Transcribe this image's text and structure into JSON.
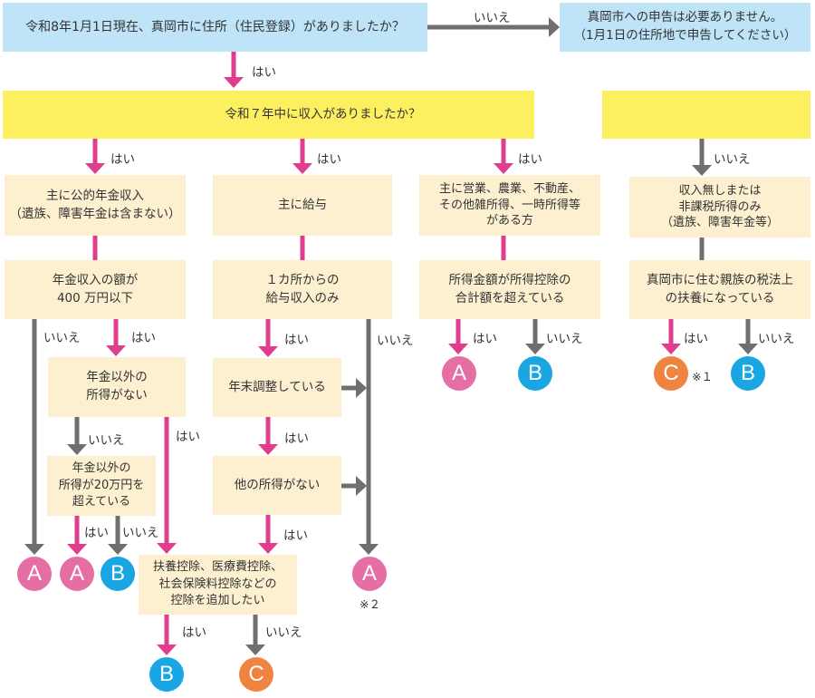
{
  "colors": {
    "yes_arrow": "#e03d8f",
    "no_arrow": "#6f6f6f",
    "question_box": "#bfe3f7",
    "income_bar": "#fcef60",
    "condition_box": "#fdf0d0",
    "result_A": "#e56ea4",
    "result_B": "#1aa6e2",
    "result_C": "#ef8440"
  },
  "labels": {
    "yes": "はい",
    "no": "いいえ"
  },
  "top": {
    "question": "令和8年1月1日現在、真岡市に住所（住民登録）がありましたか？",
    "no_result": "真岡市への申告は必要ありません。\n（1月1日の住所地で申告してください）"
  },
  "income_question": "令和７年中に収入がありましたか？",
  "columns": {
    "pension": {
      "title": "主に公的年金収入\n（遺族、障害年金は含まない）",
      "amount_check": "年金収入の額が\n400 万円以下",
      "no_other_income": "年金以外の\n所得がない",
      "other_over_20": "年金以外の\n所得が20万円を\n超えている"
    },
    "salary": {
      "title": "主に給与",
      "single_employer": "１カ所からの\n給与収入のみ",
      "year_end_adjusted": "年末調整している",
      "no_other_income": "他の所得がない"
    },
    "business": {
      "title": "主に営業、農業、不動産、\nその他雑所得、一時所得等\nがある方",
      "exceeds_deduction": "所得金額が所得控除の\n合計額を超えている"
    },
    "no_income": {
      "title": "収入無しまたは\n非課税所得のみ\n（遺族、障害年金等）",
      "dependent": "真岡市に住む親族の税法上\nの扶養になっている"
    }
  },
  "add_deduction": "扶養控除、医療費控除、\n社会保険料控除などの\n控除を追加したい",
  "results": {
    "A": "A",
    "B": "B",
    "C": "C"
  },
  "notes": {
    "n1": "※１",
    "n2": "※２"
  }
}
